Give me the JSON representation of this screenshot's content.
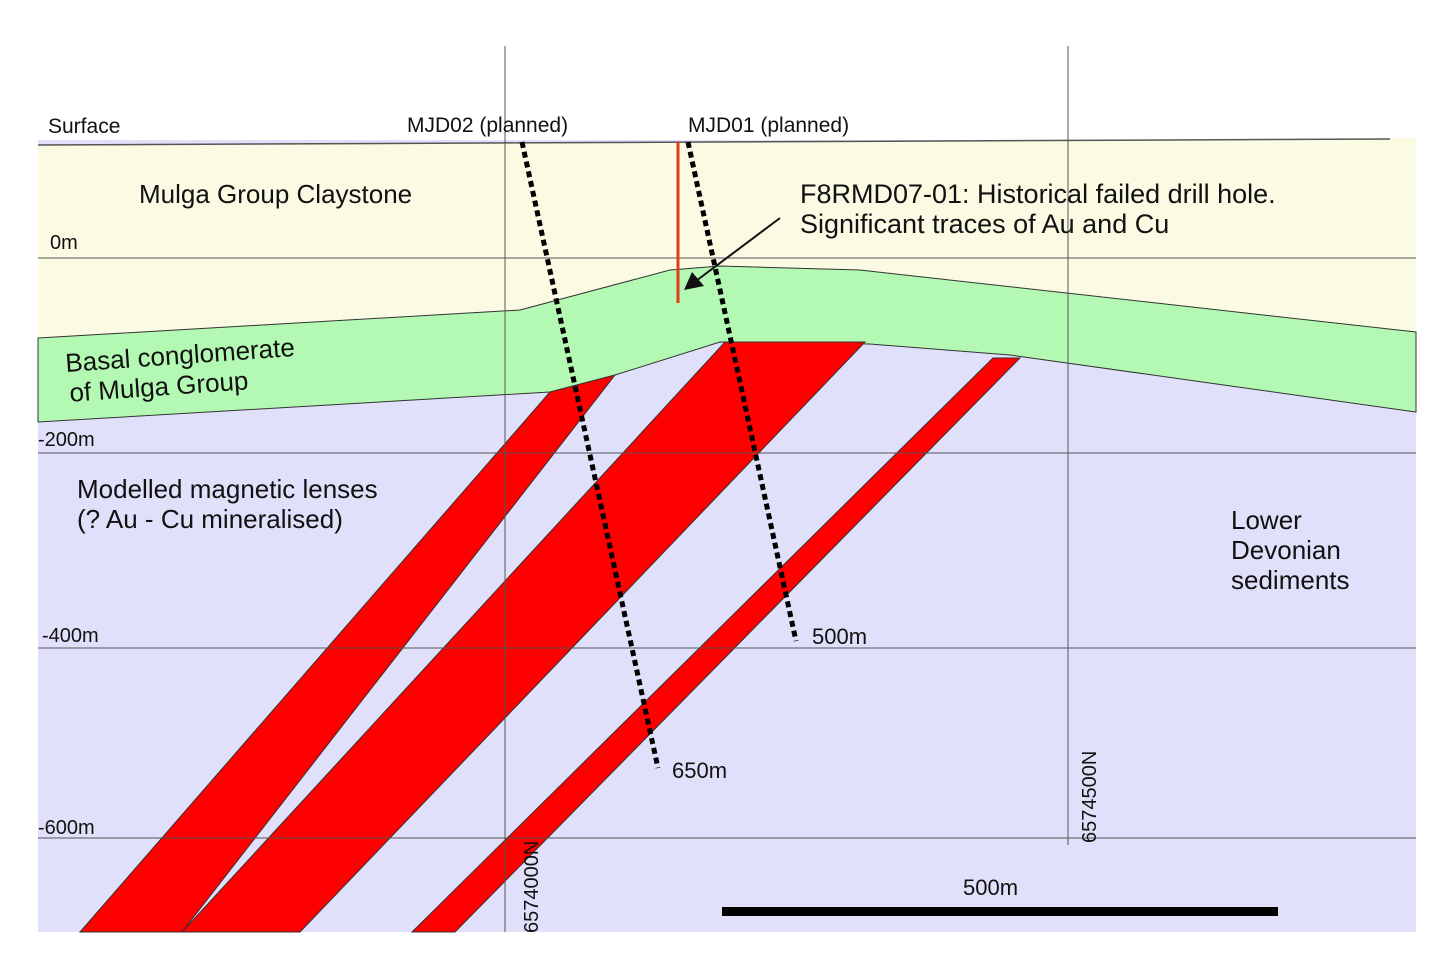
{
  "colors": {
    "claystone": "#fbfbe4",
    "conglomerate": "#b3f9b3",
    "sediments": "#e0e0fa",
    "lenses": "#ff0000",
    "historical_hole": "#e23b1a",
    "gridline": "#555555",
    "planned_hole": "#000000"
  },
  "labels": {
    "surface": "Surface",
    "mjd02": "MJD02 (planned)",
    "mjd01": "MJD01 (planned)",
    "claystone": "Mulga Group Claystone",
    "depth_0": "0m",
    "depth_200": "-200m",
    "depth_400": "-400m",
    "depth_600": "-600m",
    "historical_line1": "F8RMD07-01: Historical failed drill hole.",
    "historical_line2": "Significant traces of Au and Cu",
    "conglomerate_line1": "Basal conglomerate",
    "conglomerate_line2": "of Mulga Group",
    "lenses_line1": "Modelled magnetic lenses",
    "lenses_line2": "(? Au - Cu mineralised)",
    "sediments_line1": "Lower",
    "sediments_line2": "Devonian",
    "sediments_line3": "sediments",
    "mjd01_depth": "500m",
    "mjd02_depth": "650m",
    "northing_left": "6574000N",
    "northing_right": "6574500N",
    "scale_bar": "500m"
  }
}
